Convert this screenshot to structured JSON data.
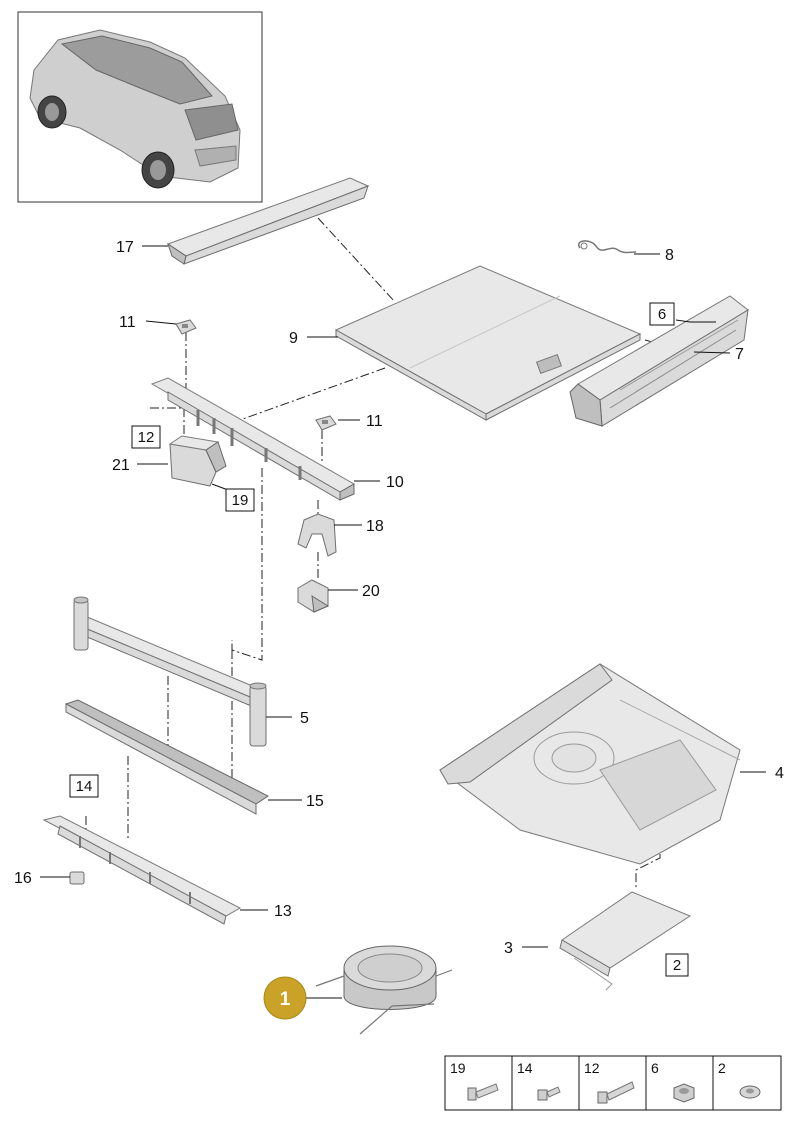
{
  "callouts": [
    {
      "id": "c17",
      "text": "17"
    },
    {
      "id": "c8",
      "text": "8"
    },
    {
      "id": "c11a",
      "text": "11"
    },
    {
      "id": "c9",
      "text": "9"
    },
    {
      "id": "c7",
      "text": "7"
    },
    {
      "id": "c11b",
      "text": "11"
    },
    {
      "id": "c21",
      "text": "21"
    },
    {
      "id": "c10",
      "text": "10"
    },
    {
      "id": "c18",
      "text": "18"
    },
    {
      "id": "c20",
      "text": "20"
    },
    {
      "id": "c5",
      "text": "5"
    },
    {
      "id": "c15",
      "text": "15"
    },
    {
      "id": "c4",
      "text": "4"
    },
    {
      "id": "c16",
      "text": "16"
    },
    {
      "id": "c13",
      "text": "13"
    },
    {
      "id": "c3",
      "text": "3"
    }
  ],
  "boxed_refs": [
    {
      "id": "b6",
      "text": "6"
    },
    {
      "id": "b12",
      "text": "12"
    },
    {
      "id": "b19",
      "text": "19"
    },
    {
      "id": "b14",
      "text": "14"
    },
    {
      "id": "b2",
      "text": "2"
    }
  ],
  "highlight_callout": {
    "text": "1",
    "color": "#c9a227"
  },
  "hardware_legend": [
    {
      "text": "19",
      "icon": "flange-bolt-icon"
    },
    {
      "text": "14",
      "icon": "short-bolt-icon"
    },
    {
      "text": "12",
      "icon": "long-bolt-icon"
    },
    {
      "text": "6",
      "icon": "hex-nut-icon"
    },
    {
      "text": "2",
      "icon": "clip-nut-icon"
    }
  ],
  "colors": {
    "highlight": "#c9a227",
    "part_fill": "#dadada",
    "line": "#111111"
  }
}
